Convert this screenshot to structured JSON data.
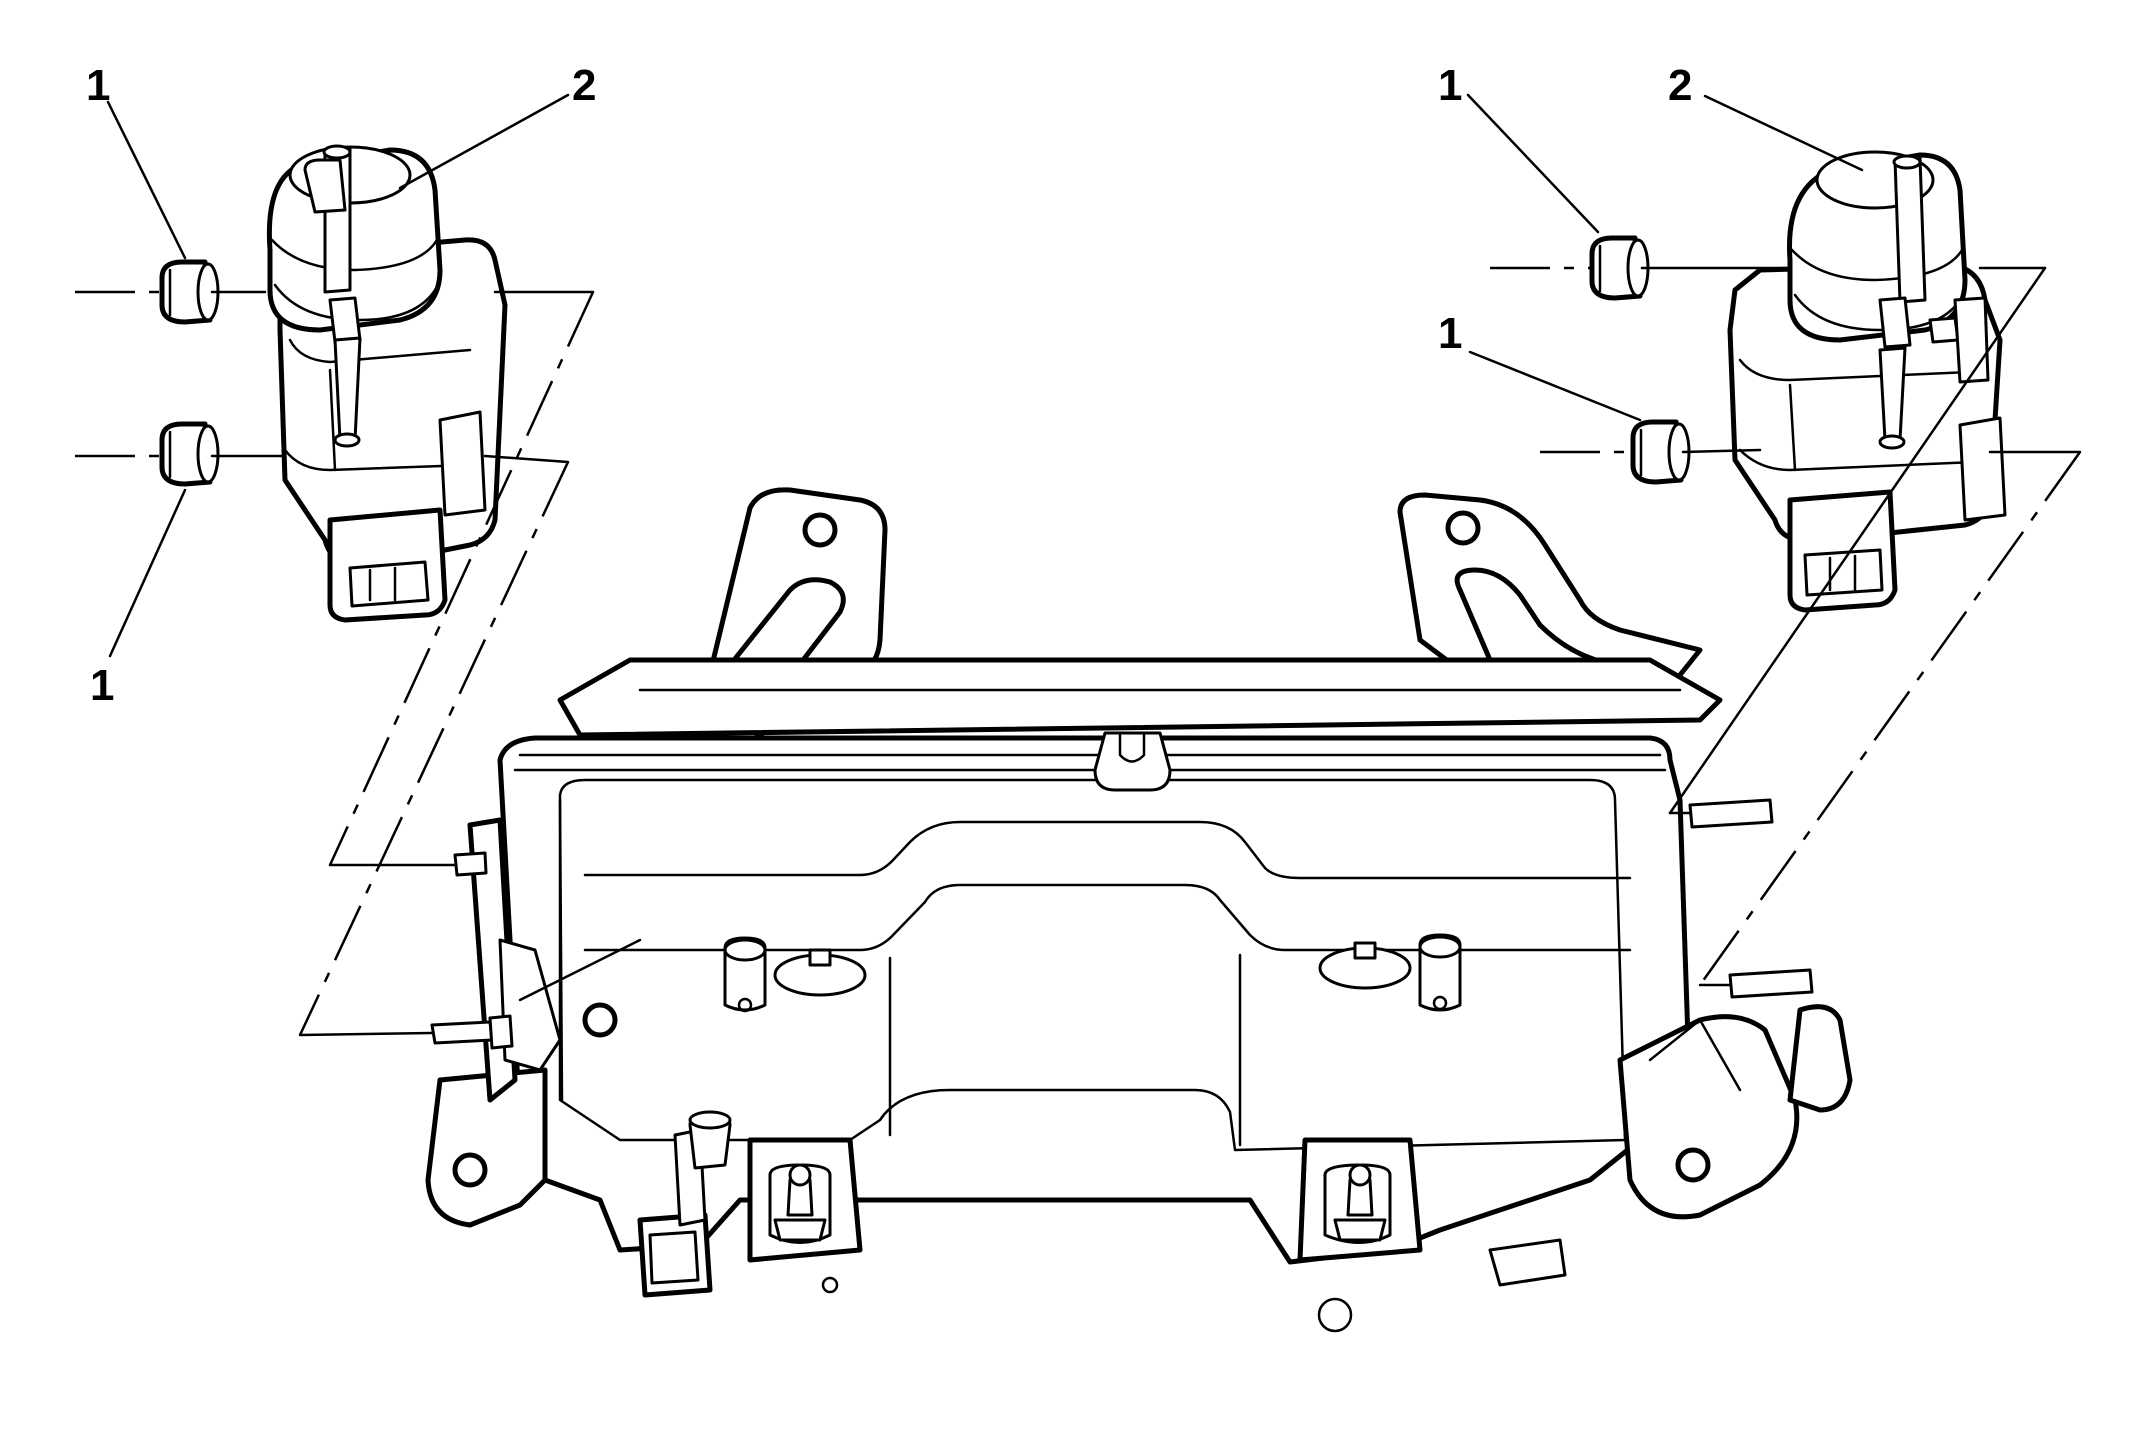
{
  "diagram": {
    "callouts": {
      "left_upper_nut": "1",
      "left_lower_nut": "1",
      "left_solenoid": "2",
      "right_upper_nut": "1",
      "right_lower_nut": "1",
      "right_solenoid": "2"
    }
  }
}
